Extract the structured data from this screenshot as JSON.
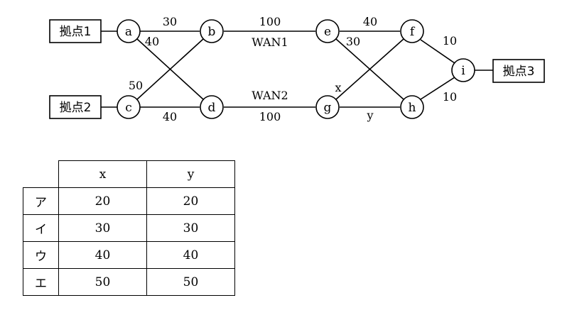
{
  "sites": {
    "site1": "拠点1",
    "site2": "拠点2",
    "site3": "拠点3"
  },
  "nodes": {
    "a": "a",
    "b": "b",
    "c": "c",
    "d": "d",
    "e": "e",
    "f": "f",
    "g": "g",
    "h": "h",
    "i": "i"
  },
  "edges": {
    "ab": "30",
    "ad": "40",
    "cb": "50",
    "cd": "40",
    "be": "100",
    "be_name": "WAN1",
    "dg": "100",
    "dg_name": "WAN2",
    "ef": "40",
    "eh": "30",
    "gf": "x",
    "gh": "y",
    "fi": "10",
    "hi": "10"
  },
  "table": {
    "headers": [
      "x",
      "y"
    ],
    "rows": [
      {
        "label": "ア",
        "x": "20",
        "y": "20"
      },
      {
        "label": "イ",
        "x": "30",
        "y": "30"
      },
      {
        "label": "ウ",
        "x": "40",
        "y": "40"
      },
      {
        "label": "エ",
        "x": "50",
        "y": "50"
      }
    ]
  }
}
